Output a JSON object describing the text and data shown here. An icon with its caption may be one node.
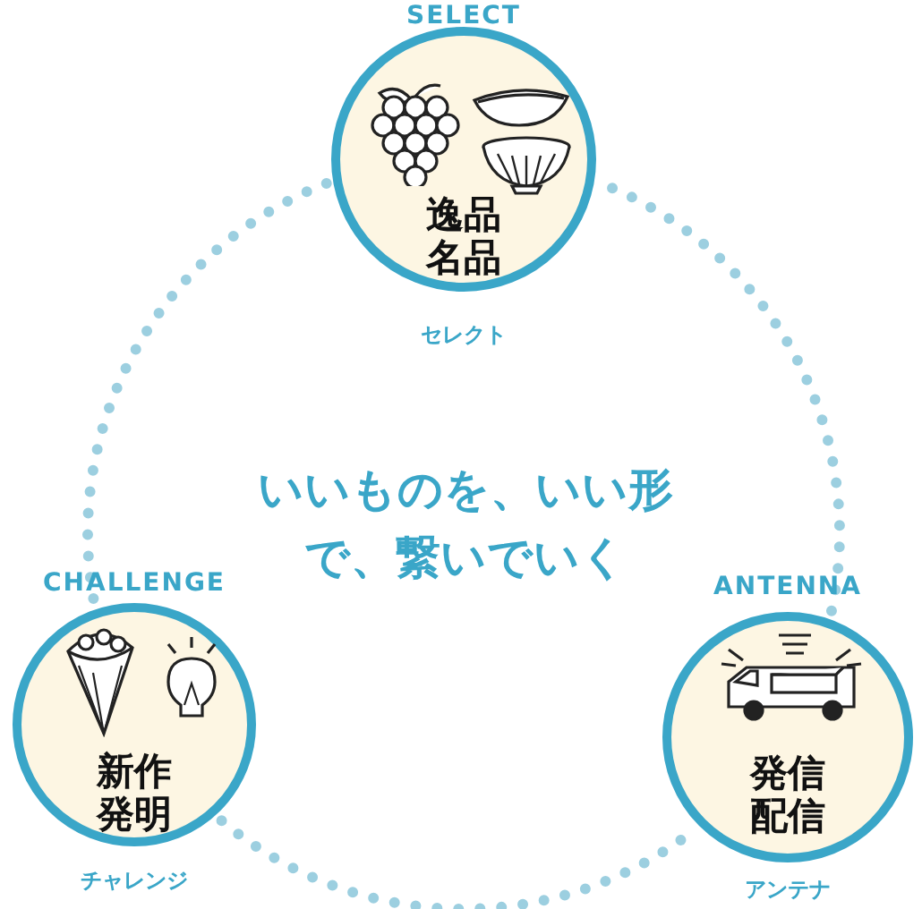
{
  "diagram": {
    "nodes": [
      {
        "text": [
          "SELECT",
          "逸品名品",
          "セレクト"
        ]
      },
      {
        "text": [
          "CHALLENGE",
          "新作発明",
          "チャレンジ"
        ]
      },
      {
        "text": [
          "ANTENNA",
          "発信配信",
          "アンテナ"
        ]
      }
    ],
    "edges": [
      {
        "from": 0,
        "to": 1,
        "arrow": "none",
        "style": "dashed"
      },
      {
        "from": 1,
        "to": 2,
        "arrow": "none",
        "style": "dashed"
      },
      {
        "from": 2,
        "to": 0,
        "arrow": "none",
        "style": "dashed"
      }
    ],
    "labels": [
      "いいものを、いい形で、繋いでいく"
    ]
  }
}
